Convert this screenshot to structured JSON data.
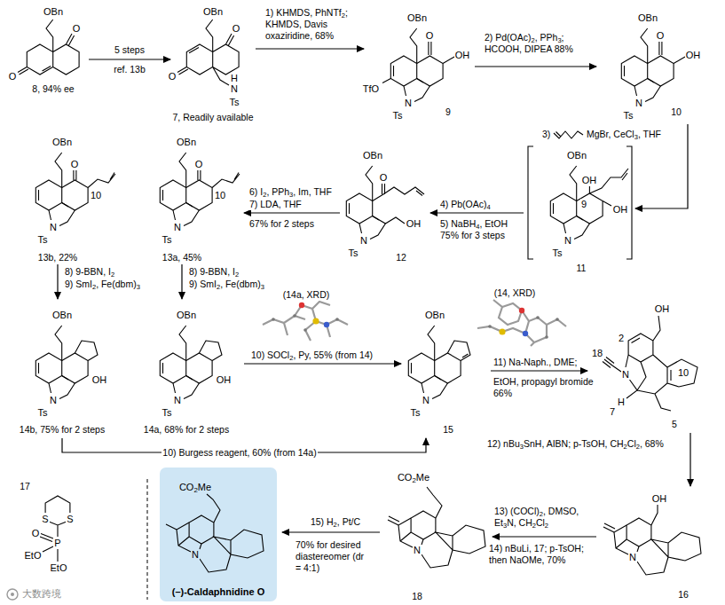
{
  "diagram": {
    "nodes": [
      {
        "text": [
          "CO2Me",
          "N",
          "(–)-Caldaphnidine O"
        ]
      }
    ],
    "labels": [
      "OBn",
      "O",
      "O",
      "8, 94% ee",
      "5 steps",
      "ref. 13b",
      "OBn",
      "O",
      "O",
      "Ts",
      "N",
      "H",
      "7, Readily available",
      "1) KHMDS, PhNTf2; KHMDS, Davis oxaziridine, 68%",
      "OBn",
      "O",
      "OH",
      "TfO",
      "N",
      "Ts",
      "9",
      "2) Pd(OAc)2, PPh3; HCOOH, DIPEA 88%",
      "OBn",
      "O",
      "OH",
      "N",
      "Ts",
      "10",
      "3)",
      "MgBr, CeCl3, THF",
      "OBn",
      "OH",
      "9",
      "OH",
      "N",
      "Ts",
      "11",
      "4) Pb(OAc)4",
      "5) NaBH4, EtOH",
      "75% for 3 steps",
      "OBn",
      "O",
      "OH",
      "N",
      "Ts",
      "12",
      "6) I2, PPh3, Im, THF",
      "7) LDA, THF",
      "67% for 2 steps",
      "OBn",
      "O",
      "10",
      "N",
      "Ts",
      "13a, 45%",
      "OBn",
      "O",
      "10",
      "N",
      "Ts",
      "13b, 22%",
      "8) 9-BBN, I2",
      "9) SmI2, Fe(dbm)3",
      "8) 9-BBN, I2",
      "9) SmI2, Fe(dbm)3",
      "OBn",
      "OH",
      "N",
      "Ts",
      "14b, 75% for 2 steps",
      "OBn",
      "OH",
      "N",
      "Ts",
      "14a, 68% for 2 steps",
      "(14a, XRD)",
      "(14, XRD)",
      "10) SOCl2, Py, 55% (from 14)",
      "OBn",
      "N",
      "Ts",
      "15",
      "10) Burgess reagent, 60% (from 14a)",
      "11) Na-Naph., DME;",
      "EtOH, propagyl bromide",
      "66%",
      "OH",
      "2",
      "18",
      "N",
      "H",
      "7",
      "10",
      "5",
      "12) nBu3SnH, AIBN; p-TsOH, CH2Cl2, 68%",
      "OH",
      "N",
      "16",
      "13) (COCl)2, DMSO, Et3N, CH2Cl2",
      "14) nBuLi, 17; p-TsOH; then NaOMe, 70%",
      "CO2Me",
      "N",
      "18",
      "15) H2, Pt/C",
      "70% for desired diastereomer (dr = 4:1)",
      "17",
      "S",
      "S",
      "P",
      "O",
      "EtO",
      "EtO",
      "大数跨境"
    ]
  }
}
